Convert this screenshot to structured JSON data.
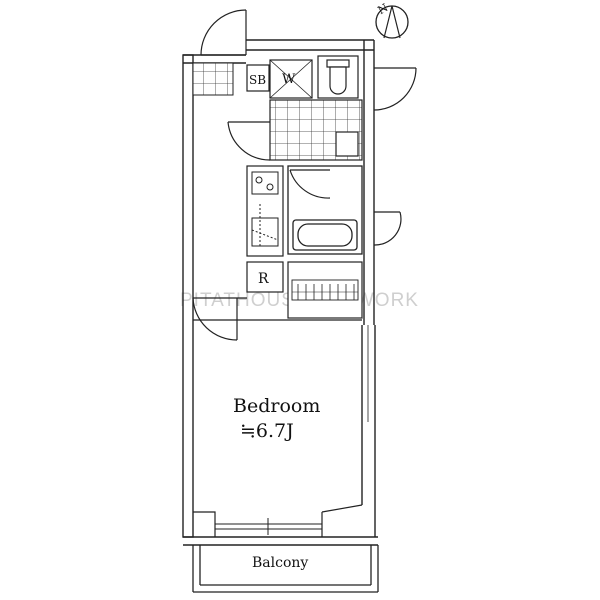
{
  "rooms": {
    "bedroom_label": "Bedroom",
    "bedroom_size": "≒6.7J",
    "balcony_label": "Balcony",
    "refrigerator_label": "R",
    "shoe_box_label": "SB",
    "washer_label": "W"
  },
  "watermark": "PITATHOUSE NETWORK",
  "compass": {
    "north_symbol": "N",
    "rotation_deg": -30
  },
  "colors": {
    "line": "#222222",
    "wall": "#ffffff",
    "background": "#ffffff",
    "watermark": "#cfcfcf"
  },
  "icons": [
    "compass-icon",
    "bathtub-icon",
    "toilet-icon",
    "stove-icon",
    "sink-icon",
    "door-swing-icon"
  ]
}
